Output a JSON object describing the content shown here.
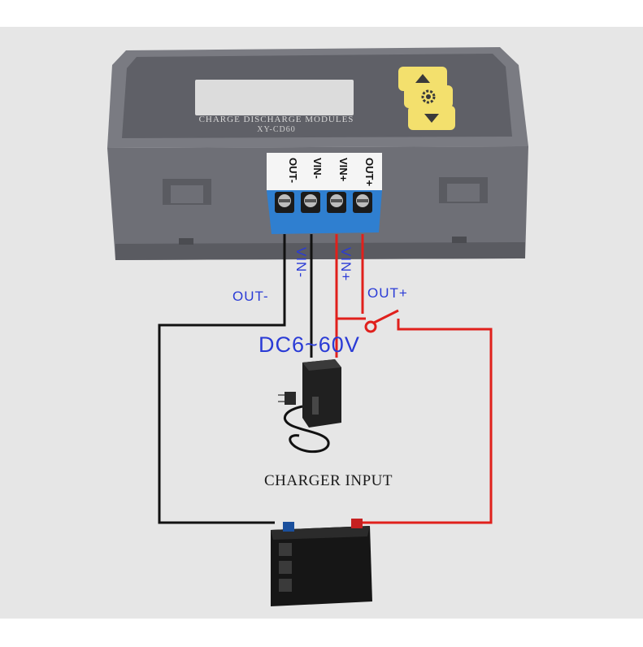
{
  "module": {
    "title": "CHARGE DISCHARGE MODULES",
    "model": "XY-CD60",
    "terminals": [
      "OUT-",
      "VIN-",
      "VIN+",
      "OUT+"
    ],
    "colors": {
      "case": "#6e6f76",
      "case_dark": "#55565c",
      "screen": "#dcdcdc",
      "button": "#f3e06d",
      "terminal_block": "#2f7fd0"
    }
  },
  "wire_labels": {
    "out_minus": "OUT-",
    "vin_minus": "VIN-",
    "vin_plus": "VIN+",
    "out_plus": "OUT+"
  },
  "voltage_label": "DC6~60V",
  "charger_label": "CHARGER INPUT",
  "colors": {
    "label_blue": "#2a3bd6",
    "wire_red": "#e0201c",
    "wire_black": "#111111",
    "background": "#e6e6e6"
  },
  "icons": [
    "up-arrow-icon",
    "gear-icon",
    "down-arrow-icon",
    "switch-icon",
    "plug-icon",
    "battery-icon",
    "charger-icon"
  ]
}
